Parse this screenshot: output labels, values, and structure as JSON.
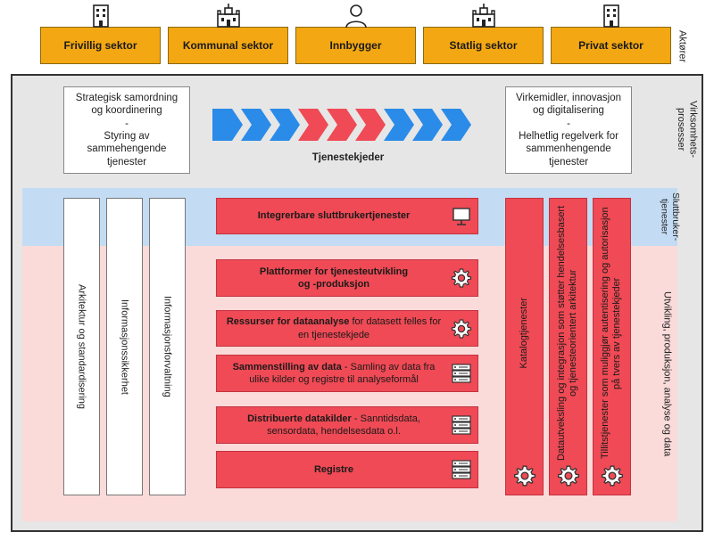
{
  "actors": {
    "side_label": "Aktører",
    "items": [
      {
        "label": "Frivillig sektor",
        "icon": "office-building-icon"
      },
      {
        "label": "Kommunal sektor",
        "icon": "town-hall-icon"
      },
      {
        "label": "Innbygger",
        "icon": "person-icon"
      },
      {
        "label": "Statlig sektor",
        "icon": "town-hall-icon"
      },
      {
        "label": "Privat sektor",
        "icon": "office-building-icon"
      }
    ]
  },
  "processes": {
    "side_label": "Virksomhets-\nprosesser",
    "left_box": "Strategisk samordning\nog koordinering\n-\nStyring av\nsammehengende\ntjenester",
    "right_box": "Virkemidler, innovasjon\nog digitalisering\n-\nHelhetlig regelverk for\nsammenhengende\ntjenester",
    "chain_label": "Tjenestekjeder",
    "chevron_colors": [
      "#2a8be8",
      "#2a8be8",
      "#2a8be8",
      "#ef4a55",
      "#ef4a55",
      "#ef4a55",
      "#2a8be8",
      "#2a8be8",
      "#2a8be8"
    ]
  },
  "bands": {
    "end_user_label": "Sluttbruker-\ntjenester",
    "dev_label": "Utvikling, produksjon, analyse og data"
  },
  "vertical_bars": [
    "Arkitektur og standardisering",
    "Informasjonssikkerhet",
    "Informasjonsforvaltning"
  ],
  "red_boxes": [
    {
      "title": "Integrerbare sluttbrukertjenester",
      "rest": "",
      "icon": "monitor-icon"
    },
    {
      "title": "Plattformer for tjenesteutvikling\nog -produksjon",
      "rest": "",
      "icon": "gear-icon"
    },
    {
      "title": "Ressurser for dataanalyse",
      "rest": " for datasett felles for en tjenestekjede",
      "icon": "gear-icon"
    },
    {
      "title": "Sammenstilling av data",
      "rest": " - Samling av data fra ulike kilder og registre til analyseformål",
      "icon": "database-icon"
    },
    {
      "title": "Distribuerte datakilder",
      "rest": " - Sanntidsdata, sensordata, hendelsesdata o.l.",
      "icon": "database-icon"
    },
    {
      "title": "Registre",
      "rest": "",
      "icon": "database-icon"
    }
  ],
  "red_columns": [
    {
      "label": "Katalogtjenester",
      "icon": "gear-icon"
    },
    {
      "label": "Datautveksling og integrasjon som støtter hendelsesbasert og tjenesteorientert arkitektur",
      "icon": "gear-icon"
    },
    {
      "label": "Tillitstjenester som muliggjør autentisering og autorisasjon på tvers av tjenestekjeder",
      "icon": "gear-icon"
    }
  ],
  "colors": {
    "actor": "#f3a712",
    "service_red": "#ef4a55",
    "band_blue": "#c3dcf4",
    "band_pink": "#fbdada",
    "chevron_blue": "#2a8be8"
  }
}
